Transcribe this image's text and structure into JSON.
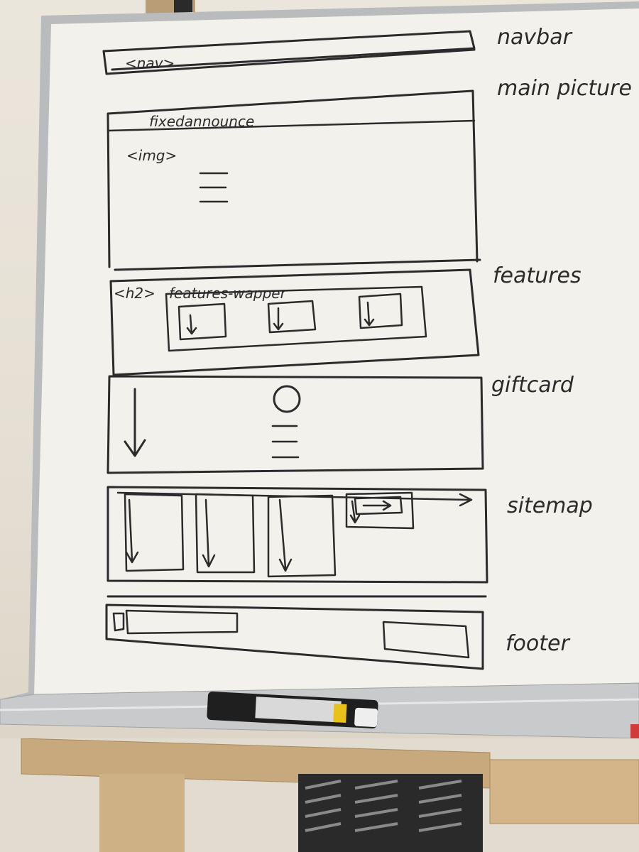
{
  "board": {
    "inner_labels": {
      "nav_tag": "<nav>",
      "fixed_announce": "fixedannounce",
      "img_tag": "<img>",
      "h2_tag": "<h2>",
      "features_wrapper": "features-wapper"
    },
    "section_labels": {
      "navbar": "navbar",
      "main_picture": "main picture",
      "features": "features",
      "gift_card": "giftcard",
      "sitemap": "sitemap",
      "footer": "footer"
    }
  },
  "colors": {
    "board": "#f2f1ec",
    "frame": "#b9bbbd",
    "ink": "#2b2b2b",
    "wood": "#c8a97e"
  }
}
